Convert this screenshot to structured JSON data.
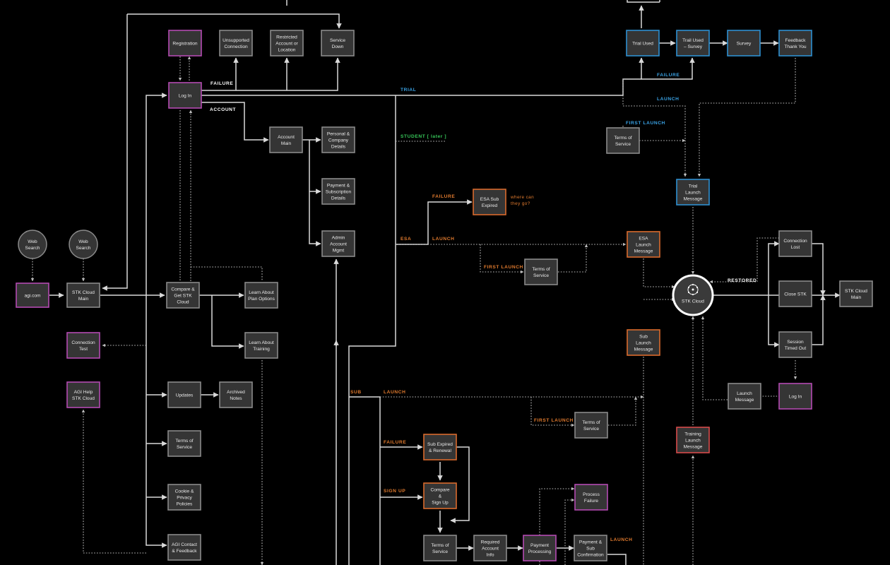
{
  "colors": {
    "background": "#000000",
    "node_fill": "#353535",
    "node_text": "#e9e9e9",
    "line": "#d9d9d9",
    "gray_border": "#8a8a8a",
    "pink_border": "#b44ab2",
    "blue_border": "#2e8fd0",
    "orange_border": "#d96a2c",
    "red_border": "#d64a4a",
    "white_label": "#ffffff",
    "blue_label": "#3aa3e6",
    "orange_label": "#e07a2e",
    "green_label": "#37c95a",
    "circle_fill": "#3a3a3a"
  },
  "nodes": [
    {
      "id": "web-search-1",
      "kind": "circle",
      "style": "gray",
      "lines": [
        "Web",
        "Search"
      ]
    },
    {
      "id": "web-search-2",
      "kind": "circle",
      "style": "gray",
      "lines": [
        "Web",
        "Search"
      ]
    },
    {
      "id": "agi-com",
      "style": "pink",
      "lines": [
        "agi.com"
      ]
    },
    {
      "id": "stk-cloud-main-left",
      "style": "gray",
      "lines": [
        "STK Cloud",
        "Main"
      ]
    },
    {
      "id": "connection-test",
      "style": "pink",
      "lines": [
        "Connection",
        "Test"
      ]
    },
    {
      "id": "agi-help-stk-cloud",
      "style": "pink",
      "lines": [
        "AGI Help",
        "STK Cloud"
      ]
    },
    {
      "id": "registration",
      "style": "pink",
      "lines": [
        "Registration"
      ]
    },
    {
      "id": "log-in-top",
      "style": "pink",
      "lines": [
        "Log In"
      ]
    },
    {
      "id": "unsupported-connection",
      "style": "gray",
      "lines": [
        "Unsupported",
        "Connection"
      ]
    },
    {
      "id": "restricted-account",
      "style": "gray",
      "lines": [
        "Restricted",
        "Account or",
        "Location"
      ]
    },
    {
      "id": "service-down",
      "style": "gray",
      "lines": [
        "Service",
        "Down"
      ]
    },
    {
      "id": "compare-get-stk-cloud",
      "style": "gray",
      "lines": [
        "Compare &",
        "Get STK",
        "Cloud"
      ]
    },
    {
      "id": "learn-plan-options",
      "style": "gray",
      "lines": [
        "Learn About",
        "Plan Options"
      ]
    },
    {
      "id": "learn-training",
      "style": "gray",
      "lines": [
        "Learn About",
        "Training"
      ]
    },
    {
      "id": "updates",
      "style": "gray",
      "lines": [
        "Updates"
      ]
    },
    {
      "id": "archived-notes",
      "style": "gray",
      "lines": [
        "Archived",
        "Notes"
      ]
    },
    {
      "id": "terms-of-service-left",
      "style": "gray",
      "lines": [
        "Terms of",
        "Service"
      ]
    },
    {
      "id": "cookie-privacy",
      "style": "gray",
      "lines": [
        "Cookie &",
        "Privacy",
        "Policies"
      ]
    },
    {
      "id": "agi-contact-feedback",
      "style": "gray",
      "lines": [
        "AGI Contact",
        "& Feedback"
      ]
    },
    {
      "id": "account-main",
      "style": "gray",
      "lines": [
        "Account",
        "Main"
      ]
    },
    {
      "id": "personal-company",
      "style": "gray",
      "lines": [
        "Personal &",
        "Company",
        "Details"
      ]
    },
    {
      "id": "payment-subscription",
      "style": "gray",
      "lines": [
        "Payment &",
        "Subscription",
        "Details"
      ]
    },
    {
      "id": "admin-account-mgmt",
      "style": "gray",
      "lines": [
        "Admin",
        "Account",
        "Mgmt"
      ]
    },
    {
      "id": "esa-sub-expired",
      "style": "orange",
      "lines": [
        "ESA Sub",
        "Expired"
      ]
    },
    {
      "id": "esa-launch-message",
      "style": "orange",
      "lines": [
        "ESA",
        "Launch",
        "Message"
      ]
    },
    {
      "id": "terms-of-service-esa",
      "style": "gray",
      "lines": [
        "Terms of",
        "Service"
      ]
    },
    {
      "id": "sub-launch-message",
      "style": "orange",
      "lines": [
        "Sub",
        "Launch",
        "Message"
      ]
    },
    {
      "id": "terms-of-service-sub",
      "style": "gray",
      "lines": [
        "Terms of",
        "Service"
      ]
    },
    {
      "id": "sub-expired-renewal",
      "style": "orange",
      "lines": [
        "Sub Expired",
        "& Renewal"
      ]
    },
    {
      "id": "compare-sign-up",
      "style": "orange",
      "lines": [
        "Compare",
        "&",
        "Sign Up"
      ]
    },
    {
      "id": "terms-of-service-bottom",
      "style": "gray",
      "lines": [
        "Terms of",
        "Service"
      ]
    },
    {
      "id": "required-account-info",
      "style": "gray",
      "lines": [
        "Required",
        "Account",
        "Info"
      ]
    },
    {
      "id": "payment-processing",
      "style": "pink",
      "lines": [
        "Payment",
        "Processing"
      ]
    },
    {
      "id": "process-failure",
      "style": "pink",
      "lines": [
        "Process",
        "Failure"
      ]
    },
    {
      "id": "payment-sub-confirmation",
      "style": "gray",
      "lines": [
        "Payment &",
        "Sub",
        "Confirmation"
      ]
    },
    {
      "id": "trial-used",
      "style": "blue",
      "lines": [
        "Trial Used"
      ]
    },
    {
      "id": "trial-used-survey",
      "style": "blue",
      "lines": [
        "Trail Used",
        "– Survey"
      ]
    },
    {
      "id": "survey",
      "style": "blue",
      "lines": [
        "Survey"
      ]
    },
    {
      "id": "feedback-thank-you",
      "style": "blue",
      "lines": [
        "Feedback",
        "Thank You"
      ]
    },
    {
      "id": "terms-of-service-trial",
      "style": "gray",
      "lines": [
        "Terms of",
        "Service"
      ]
    },
    {
      "id": "trial-launch-message",
      "style": "blue",
      "lines": [
        "Trial",
        "Launch",
        "Message"
      ]
    },
    {
      "id": "stk-cloud-hub",
      "kind": "hub",
      "style": "white",
      "lines": [
        "STK Cloud"
      ]
    },
    {
      "id": "connection-lost",
      "style": "gray",
      "lines": [
        "Connection",
        "Lost"
      ]
    },
    {
      "id": "close-stk",
      "style": "gray",
      "lines": [
        "Close STK"
      ]
    },
    {
      "id": "session-timed-out",
      "style": "gray",
      "lines": [
        "Session",
        "Timed Out"
      ]
    },
    {
      "id": "stk-cloud-main-right",
      "style": "gray",
      "lines": [
        "STK Cloud",
        "Main"
      ]
    },
    {
      "id": "launch-message-right",
      "style": "gray",
      "lines": [
        "Launch",
        "Message"
      ]
    },
    {
      "id": "log-in-right",
      "style": "pink",
      "lines": [
        "Log In"
      ]
    },
    {
      "id": "training-launch-message",
      "style": "red",
      "lines": [
        "Training",
        "Launch",
        "Message"
      ]
    }
  ],
  "labels": [
    {
      "id": "failure-top",
      "text": "FAILURE",
      "color": "white"
    },
    {
      "id": "account",
      "text": "ACCOUNT",
      "color": "white"
    },
    {
      "id": "trial",
      "text": "TRIAL",
      "color": "blue"
    },
    {
      "id": "student-later",
      "text": "STUDENT  [ later ]",
      "color": "green"
    },
    {
      "id": "esa",
      "text": "ESA",
      "color": "orange"
    },
    {
      "id": "failure-esa",
      "text": "FAILURE",
      "color": "orange"
    },
    {
      "id": "launch-esa",
      "text": "LAUNCH",
      "color": "orange"
    },
    {
      "id": "first-launch-esa",
      "text": "FIRST LAUNCH",
      "color": "orange"
    },
    {
      "id": "sub",
      "text": "SUB",
      "color": "orange"
    },
    {
      "id": "launch-sub",
      "text": "LAUNCH",
      "color": "orange"
    },
    {
      "id": "first-launch-sub",
      "text": "FIRST LAUNCH",
      "color": "orange"
    },
    {
      "id": "failure-sub",
      "text": "FAILURE",
      "color": "orange"
    },
    {
      "id": "sign-up",
      "text": "SIGN UP",
      "color": "orange"
    },
    {
      "id": "launch-bottom",
      "text": "LAUNCH",
      "color": "orange"
    },
    {
      "id": "failure-trial",
      "text": "FAILURE",
      "color": "blue"
    },
    {
      "id": "launch-trial",
      "text": "LAUNCH",
      "color": "blue"
    },
    {
      "id": "first-launch-trial",
      "text": "FIRST LAUNCH",
      "color": "blue"
    },
    {
      "id": "restored",
      "text": "RESTORED",
      "color": "white"
    }
  ],
  "notes": [
    {
      "id": "where-can-they-go",
      "lines": [
        "where can",
        "they go?"
      ],
      "color": "orange"
    }
  ]
}
